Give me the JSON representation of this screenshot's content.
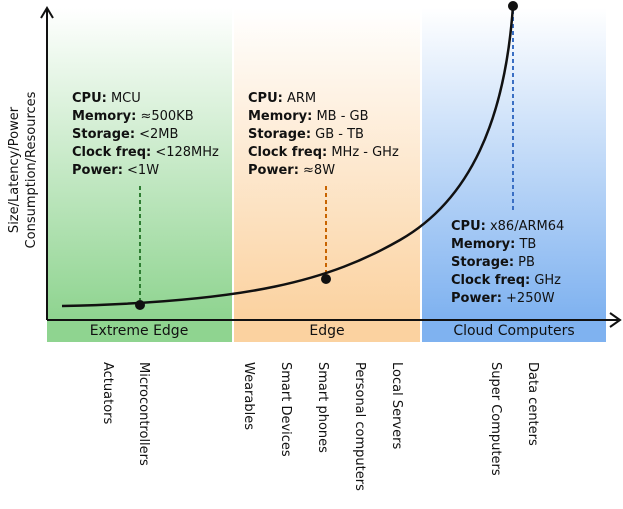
{
  "axis": {
    "y_label_line1": "Size/Latency/Power",
    "y_label_line2": "Consumption/Resources"
  },
  "colors": {
    "extreme_edge": "#8fd490",
    "edge": "#fbd2a0",
    "cloud": "#7fb2f0",
    "marker_extreme": "#2e7d32",
    "marker_edge": "#c86400",
    "marker_cloud": "#3a6fc4"
  },
  "bands": {
    "extreme_edge": "Extreme Edge",
    "edge": "Edge",
    "cloud": "Cloud Computers"
  },
  "specs": {
    "extreme_edge": {
      "cpu_label": "CPU:",
      "cpu_value": " MCU",
      "memory_label": "Memory:",
      "memory_value": " ≈500KB",
      "storage_label": "Storage:",
      "storage_value": " <2MB",
      "clock_label": "Clock freq:",
      "clock_value": " <128MHz",
      "power_label": "Power:",
      "power_value": " <1W"
    },
    "edge": {
      "cpu_label": "CPU:",
      "cpu_value": " ARM",
      "memory_label": "Memory:",
      "memory_value": " MB - GB",
      "storage_label": "Storage:",
      "storage_value": " GB - TB",
      "clock_label": "Clock freq:",
      "clock_value": " MHz - GHz",
      "power_label": "Power:",
      "power_value": " ≈8W"
    },
    "cloud": {
      "cpu_label": "CPU:",
      "cpu_value": " x86/ARM64",
      "memory_label": "Memory:",
      "memory_value": " TB",
      "storage_label": "Storage:",
      "storage_value": " PB",
      "clock_label": "Clock freq:",
      "clock_value": " GHz",
      "power_label": "Power:",
      "power_value": " +250W"
    }
  },
  "devices": {
    "actuators": "Actuators",
    "microcontrollers": "Microcontrollers",
    "wearables": "Wearables",
    "smart_devices": "Smart Devices",
    "smart_phones": "Smart phones",
    "personal_computers": "Personal computers",
    "local_servers": "Local Servers",
    "super_computers": "Super Computers",
    "data_centers": "Data centers"
  }
}
